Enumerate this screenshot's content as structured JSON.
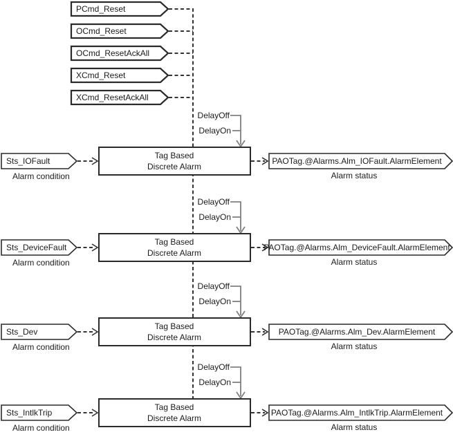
{
  "diagram": {
    "command_inputs": [
      {
        "label": "PCmd_Reset"
      },
      {
        "label": "OCmd_Reset"
      },
      {
        "label": "OCmd_ResetAckAll"
      },
      {
        "label": "XCmd_Reset"
      },
      {
        "label": "XCmd_ResetAckAll"
      }
    ],
    "delay_labels": {
      "off": "DelayOff",
      "on": "DelayOn"
    },
    "block_label_line1": "Tag Based",
    "block_label_line2": "Discrete Alarm",
    "input_caption": "Alarm condition",
    "output_caption": "Alarm status",
    "rows": [
      {
        "input": "Sts_IOFault",
        "output": "PAOTag.@Alarms.Alm_IOFault.AlarmElement"
      },
      {
        "input": "Sts_DeviceFault",
        "output": "PAOTag.@Alarms.Alm_DeviceFault.AlarmElement"
      },
      {
        "input": "Sts_Dev",
        "output": "PAOTag.@Alarms.Alm_Dev.AlarmElement"
      },
      {
        "input": "Sts_IntlkTrip",
        "output": "PAOTag.@Alarms.Alm_IntlkTrip.AlarmElement"
      }
    ],
    "colors": {
      "background": "#ffffff",
      "line": "#333333",
      "shape_stroke": "#2a2a2a",
      "delay_connector": "#808080",
      "text": "#1a1a1a"
    }
  }
}
